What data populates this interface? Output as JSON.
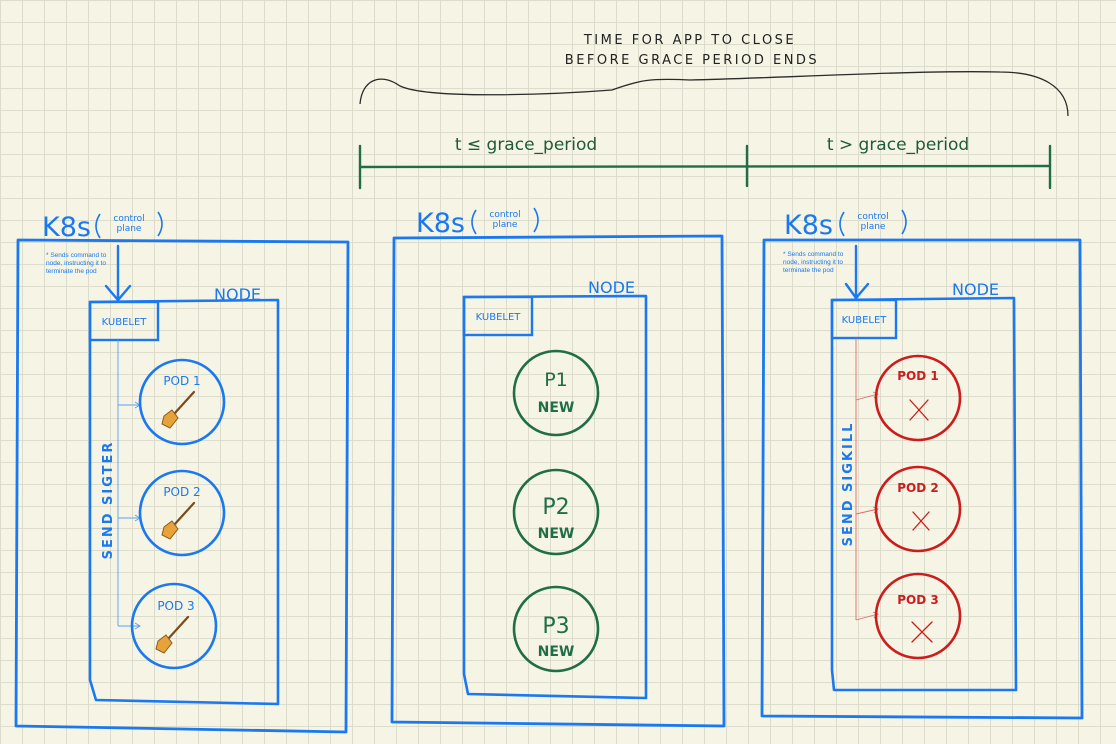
{
  "colors": {
    "blue": "#1a78f0",
    "green": "#1f6e45",
    "red": "#cc1d1d",
    "broom_handle": "#7a4a1a",
    "broom_bristles": "#e8a23a"
  },
  "timeline": {
    "header_line1": "TIME FOR APP TO CLOSE",
    "header_line2": "BEFORE GRACE PERIOD ENDS",
    "left_label": "t ≤ grace_period",
    "right_label": "t > grace_period"
  },
  "panels": [
    {
      "k8s_label": "K8s",
      "control_plane_line1": "control",
      "control_plane_line2": "plane",
      "note_lines": [
        "* Sends command to",
        "node, instructing it to",
        "terminate the pod"
      ],
      "node_label": "NODE",
      "kubelet_label": "KUBELET",
      "signal_label": "SEND SIGTER",
      "pods": [
        {
          "label": "POD 1",
          "icon": "broom-icon"
        },
        {
          "label": "POD 2",
          "icon": "broom-icon"
        },
        {
          "label": "POD 3",
          "icon": "broom-icon"
        }
      ]
    },
    {
      "k8s_label": "K8s",
      "control_plane_line1": "control",
      "control_plane_line2": "plane",
      "node_label": "NODE",
      "kubelet_label": "KUBELET",
      "pods": [
        {
          "line1": "P1",
          "line2": "NEW"
        },
        {
          "line1": "P2",
          "line2": "NEW"
        },
        {
          "line1": "P3",
          "line2": "NEW"
        }
      ]
    },
    {
      "k8s_label": "K8s",
      "control_plane_line1": "control",
      "control_plane_line2": "plane",
      "note_lines": [
        "* Sends command to",
        "node, instructing it to",
        "terminate the pod"
      ],
      "node_label": "NODE",
      "kubelet_label": "KUBELET",
      "signal_label": "SEND SIGKILL",
      "pods": [
        {
          "label": "POD 1",
          "icon": "cross-icon"
        },
        {
          "label": "POD 2",
          "icon": "cross-icon"
        },
        {
          "label": "POD 3",
          "icon": "cross-icon"
        }
      ]
    }
  ]
}
